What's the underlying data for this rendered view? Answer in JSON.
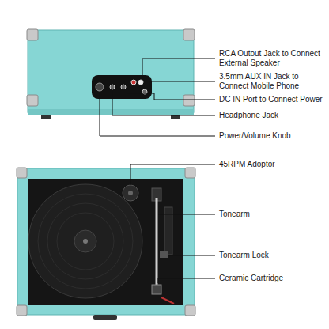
{
  "diagram": {
    "labels": [
      "RCA Outout Jack to Connect External Speaker",
      "3.5mm AUX IN Jack to Connect Mobile Phone",
      "DC IN Port to Connect Power",
      "Headphone Jack",
      "Power/Volume Knob",
      "45RPM Adoptor",
      "Tonearm",
      "Tonearm Lock",
      "Ceramic Cartridge"
    ]
  }
}
